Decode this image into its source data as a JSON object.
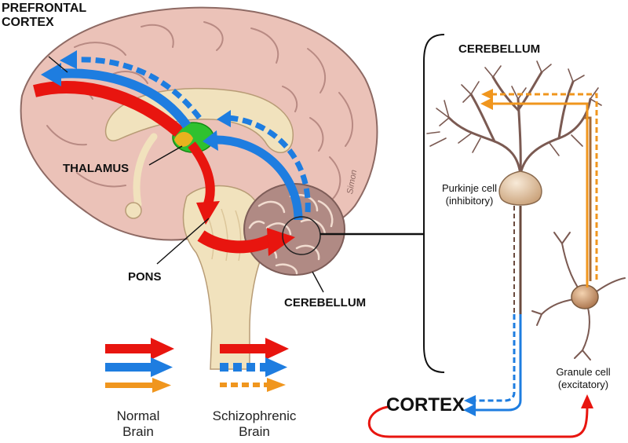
{
  "labels": {
    "prefrontal_cortex_line1": "PREFRONTAL",
    "prefrontal_cortex_line2": "CORTEX",
    "thalamus": "THALAMUS",
    "pons": "PONS",
    "cerebellum_brain": "CEREBELLUM",
    "cerebellum_panel": "CEREBELLUM",
    "purkinje_line1": "Purkinje cell",
    "purkinje_line2": "(inhibitory)",
    "granule_line1": "Granule cell",
    "granule_line2": "(excitatory)",
    "cortex": "CORTEX",
    "signature": "Simon"
  },
  "legend": {
    "normal_line1": "Normal",
    "normal_line2": "Brain",
    "schizo_line1": "Schizophrenic",
    "schizo_line2": "Brain"
  },
  "colors": {
    "red": "#e8150f",
    "blue": "#1e7de0",
    "orange": "#f0961e",
    "brain": "#ebc2b8",
    "brain_outline": "#8e6a64",
    "white_matter": "#f1e2bd",
    "cerebellum": "#b08a84",
    "neuron": "#7b5a52",
    "thalamus_green": "#2fc12f"
  }
}
